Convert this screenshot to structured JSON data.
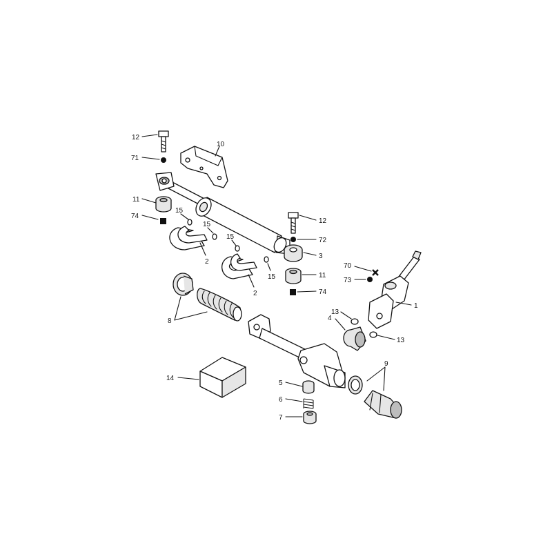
{
  "labels": {
    "l12a": "12",
    "l71": "71",
    "l11a": "11",
    "l74a": "74",
    "l10": "10",
    "l15a": "15",
    "l15b": "15",
    "l15c": "15",
    "l15d": "15",
    "l2a": "2",
    "l2b": "2",
    "l12b": "12",
    "l72": "72",
    "l3": "3",
    "l11b": "11",
    "l74b": "74",
    "l70": "70",
    "l73": "73",
    "l1": "1",
    "l13a": "13",
    "l4": "4",
    "l13b": "13",
    "l8": "8",
    "l9": "9",
    "l14": "14",
    "l5": "5",
    "l6": "6",
    "l7": "7"
  }
}
